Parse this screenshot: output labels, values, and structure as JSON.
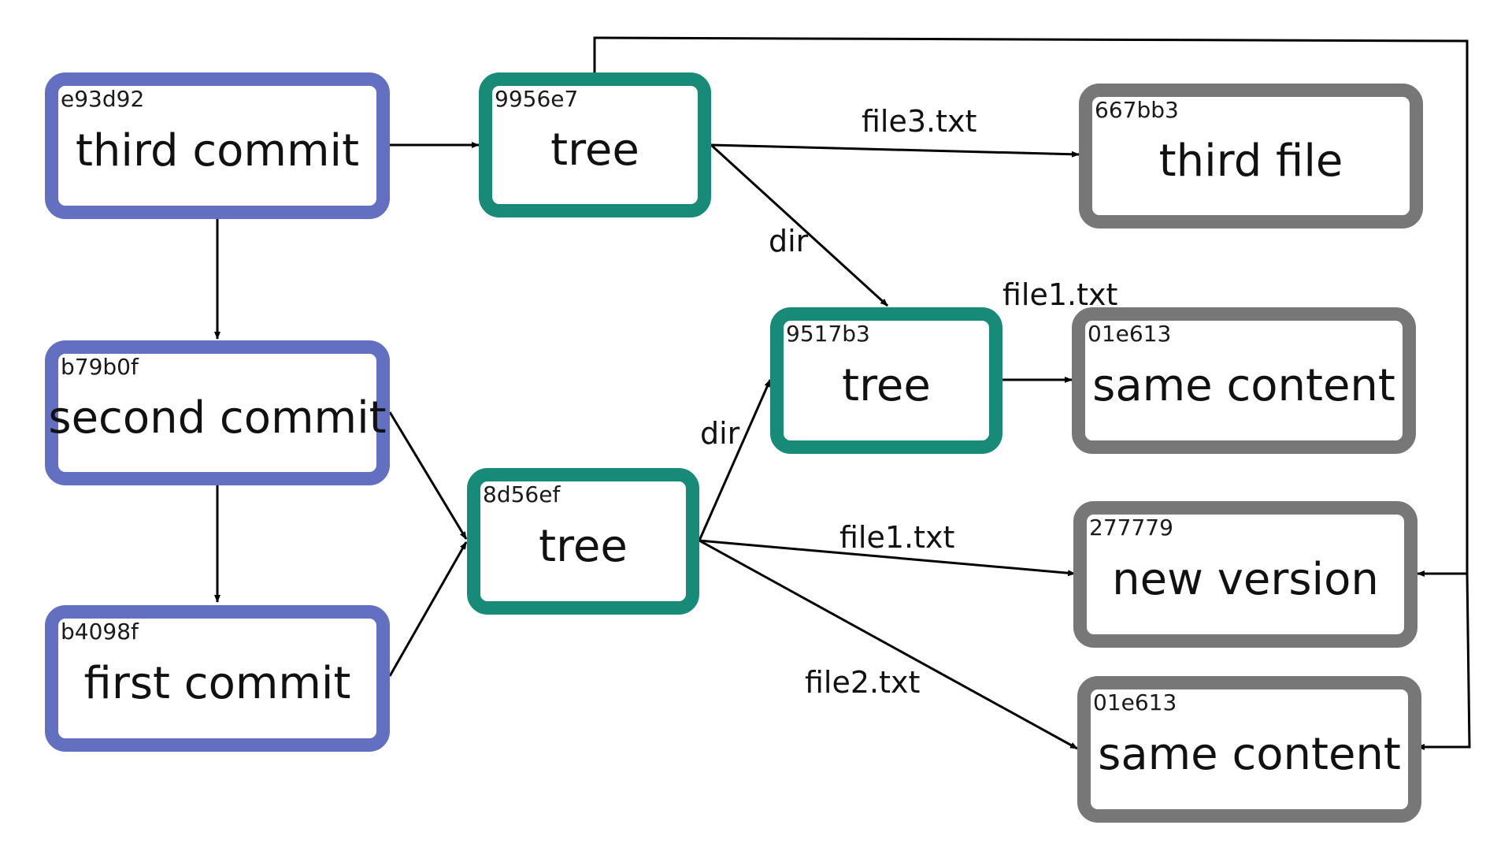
{
  "colors": {
    "commit": "#6370c1",
    "tree": "#178a78",
    "blob": "#777777",
    "edge": "#000000"
  },
  "nodes": {
    "commit_third": {
      "hash": "e93d92",
      "label": "third commit"
    },
    "commit_second": {
      "hash": "b79b0f",
      "label": "second commit"
    },
    "commit_first": {
      "hash": "b4098f",
      "label": "first commit"
    },
    "tree_9956e7": {
      "hash": "9956e7",
      "label": "tree"
    },
    "tree_9517b3": {
      "hash": "9517b3",
      "label": "tree"
    },
    "tree_8d56ef": {
      "hash": "8d56ef",
      "label": "tree"
    },
    "blob_667bb3": {
      "hash": "667bb3",
      "label": "third file"
    },
    "blob_01e613_a": {
      "hash": "01e613",
      "label": "same content"
    },
    "blob_277779": {
      "hash": "277779",
      "label": "new version"
    },
    "blob_01e613_b": {
      "hash": "01e613",
      "label": "same content"
    }
  },
  "edge_labels": {
    "file3_txt": "file3.txt",
    "dir_top": "dir",
    "file1_txt_top": "file1.txt",
    "dir_bottom": "dir",
    "file1_txt_bottom": "file1.txt",
    "file2_txt": "file2.txt"
  }
}
